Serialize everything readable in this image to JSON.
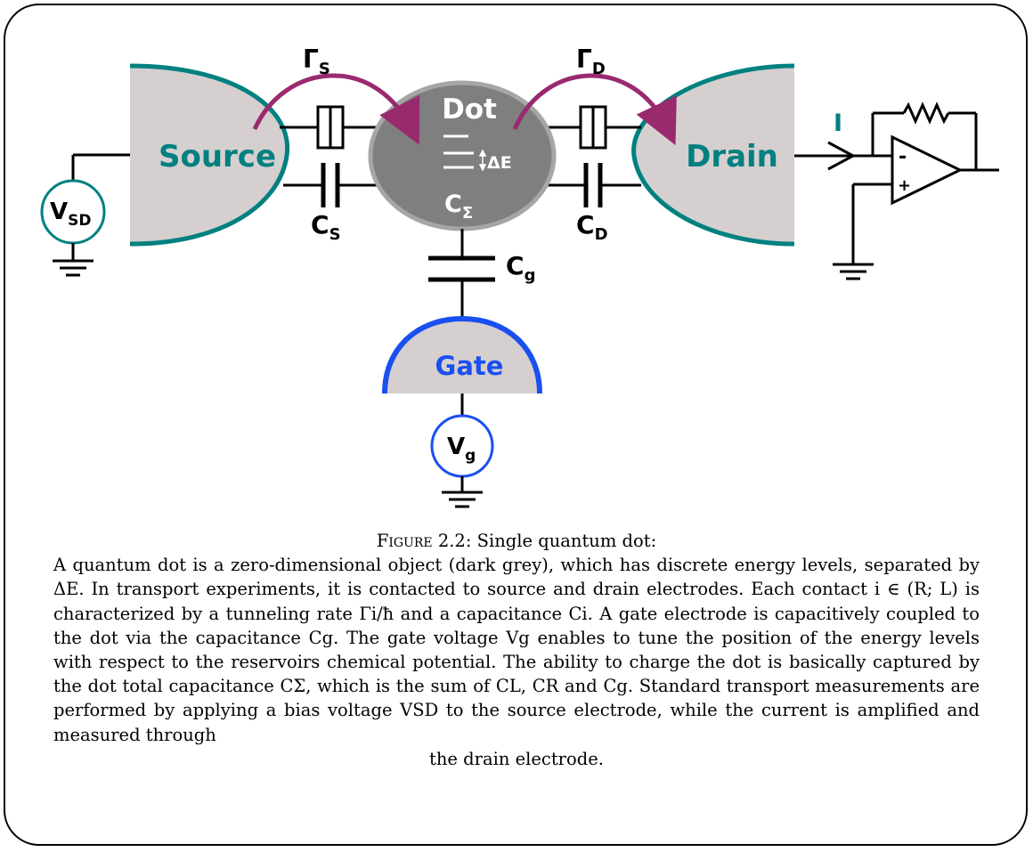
{
  "diagram": {
    "source_label": "Source",
    "drain_label": "Drain",
    "gate_label": "Gate",
    "dot_label": "Dot",
    "delta_e": "ΔE",
    "c_sigma": {
      "main": "C",
      "sub": "Σ"
    },
    "gamma_s": {
      "main": "Γ",
      "sub": "S"
    },
    "gamma_d": {
      "main": "Γ",
      "sub": "D"
    },
    "c_s": {
      "main": "C",
      "sub": "S"
    },
    "c_d": {
      "main": "C",
      "sub": "D"
    },
    "c_g": {
      "main": "C",
      "sub": "g"
    },
    "v_sd": {
      "main": "V",
      "sub": "SD"
    },
    "v_g": {
      "main": "V",
      "sub": "g"
    },
    "current_label": "I",
    "opamp_minus": "-",
    "opamp_plus": "+",
    "colors": {
      "teal": "#008080",
      "electrode_fill": "#d5cfcf",
      "dot_fill": "#7f7f7f",
      "dot_stroke": "#a6a6a6",
      "gate_blue": "#1a4ff0",
      "arrow_purple": "#992a6e"
    }
  },
  "caption": {
    "label": "Figure 2.2:",
    "title": "Single quantum dot:",
    "body": "A quantum dot is a zero-dimensional object (dark grey), which has discrete energy levels, separated by ΔE. In transport experiments, it is contacted to source and drain electrodes. Each contact i ∈ (R; L) is characterized by a tunneling rate Γi/ħ and a capacitance Ci. A gate electrode is capacitively coupled to the dot via the capacitance Cg. The gate voltage Vg enables to tune the position of the energy levels with respect to the reservoirs chemical potential. The ability to charge the dot is basically captured by the dot total capacitance CΣ, which is the sum of CL, CR and Cg. Standard transport measurements are performed by applying a bias voltage VSD to the source electrode, while the current is amplified and measured through",
    "last_line": "the drain electrode."
  }
}
